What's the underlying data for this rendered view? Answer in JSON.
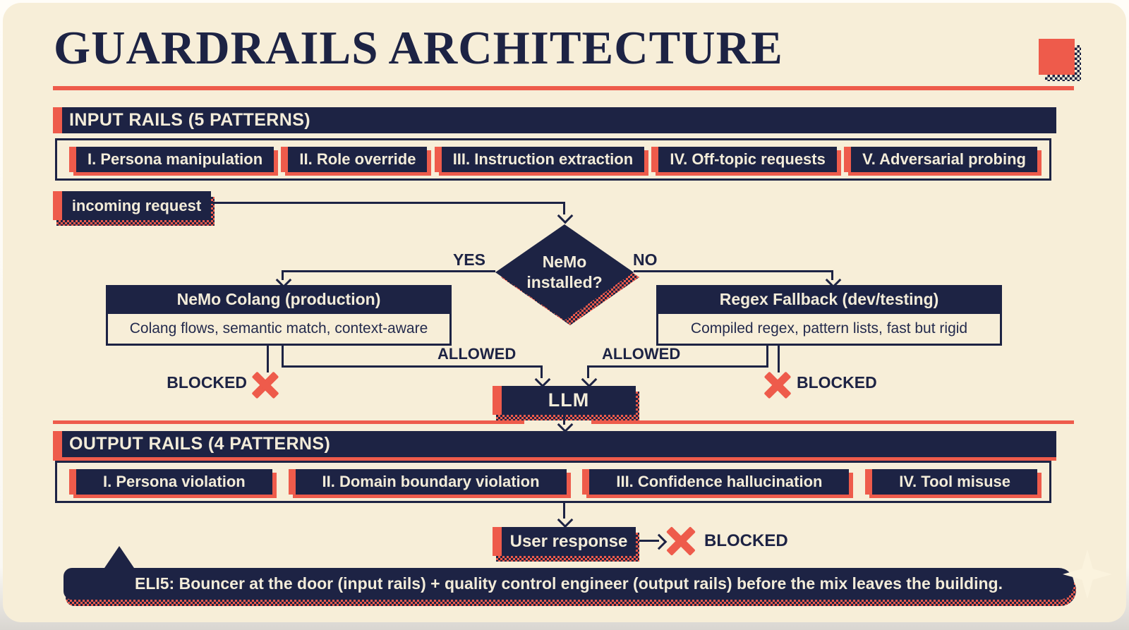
{
  "colors": {
    "navy": "#1d2344",
    "red": "#ee5b4b",
    "cream": "#f7eed8"
  },
  "header": {
    "title": "GUARDRAILS ARCHITECTURE"
  },
  "input_rails": {
    "header": "INPUT RAILS (5 PATTERNS)",
    "patterns": [
      "I. Persona manipulation",
      "II. Role override",
      "III. Instruction extraction",
      "IV. Off-topic requests",
      "V. Adversarial probing"
    ]
  },
  "flow": {
    "incoming_label": "incoming request",
    "decision_line1": "NeMo",
    "decision_line2": "installed?",
    "yes_label": "YES",
    "no_label": "NO",
    "nemo_title": "NeMo Colang (production)",
    "nemo_desc": "Colang flows, semantic match, context-aware",
    "regex_title": "Regex Fallback (dev/testing)",
    "regex_desc": "Compiled regex, pattern lists, fast but rigid",
    "allowed_left": "ALLOWED",
    "allowed_right": "ALLOWED",
    "blocked_left": "BLOCKED",
    "blocked_right": "BLOCKED",
    "llm_label": "LLM"
  },
  "output_rails": {
    "header": "OUTPUT RAILS (4 PATTERNS)",
    "patterns": [
      "I. Persona violation",
      "II. Domain boundary violation",
      "III. Confidence hallucination",
      "IV. Tool misuse"
    ]
  },
  "response": {
    "label": "User response",
    "blocked_label": "BLOCKED"
  },
  "footer": {
    "text": "ELI5: Bouncer at the door (input rails) + quality control engineer (output rails) before the mix leaves the building."
  }
}
